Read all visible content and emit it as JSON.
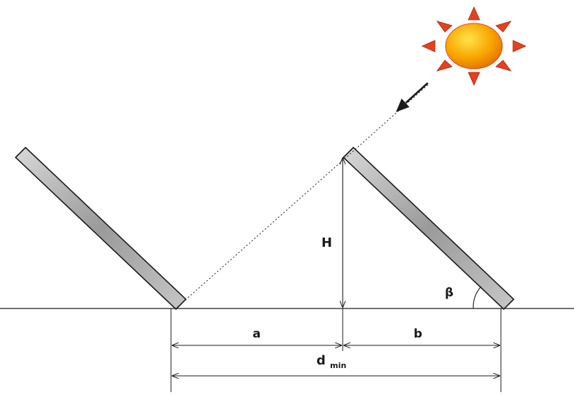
{
  "labels": {
    "height": "H",
    "distance_a": "a",
    "distance_b": "b",
    "angle": "β",
    "min_distance_main": "d",
    "min_distance_sub": "min"
  },
  "colors": {
    "sun_core": "#f7a400",
    "sun_rays": "#e8401c",
    "panel_fill": "#a9a9a9",
    "lines": "#1a1a1a"
  },
  "icons": {
    "sun": "sun-icon",
    "sunlight_arrow": "arrow-down-left-icon"
  }
}
